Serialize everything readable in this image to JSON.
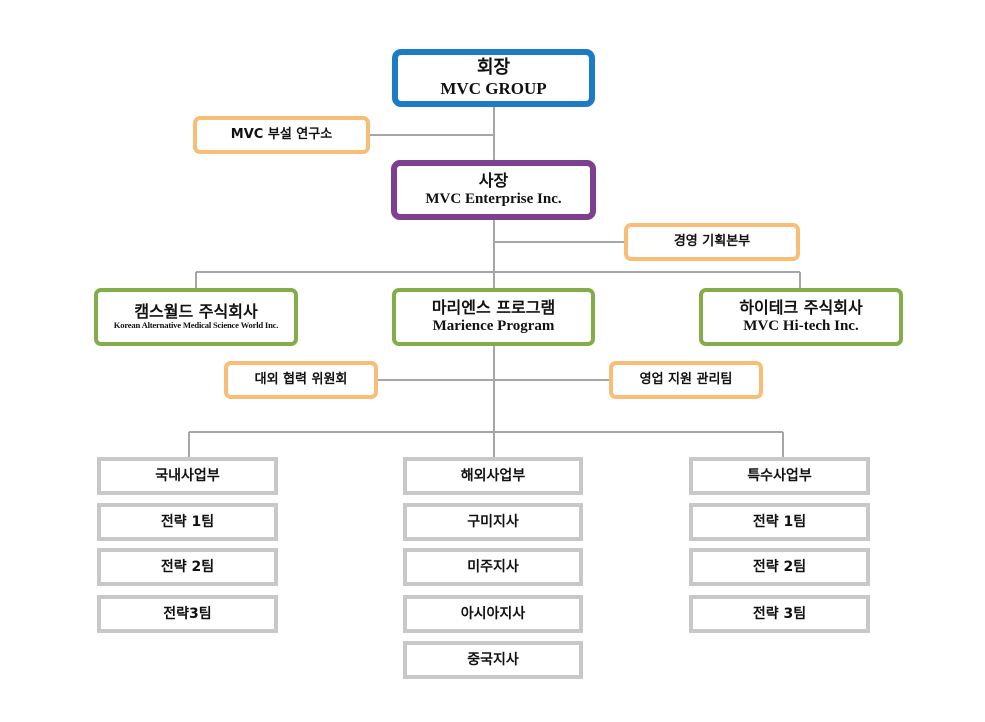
{
  "chairman": {
    "title": "회장",
    "subtitle": "MVC GROUP"
  },
  "research_lab": "MVC 부설 연구소",
  "president": {
    "title": "사장",
    "subtitle": "MVC Enterprise Inc."
  },
  "planning": "경영 기획본부",
  "subsidiaries": {
    "left": {
      "title": "캠스월드 주식회사",
      "subtitle": "Korean Alternative Medical Science World Inc."
    },
    "center": {
      "title": "마리엔스 프로그램",
      "subtitle": "Marience Program"
    },
    "right": {
      "title": "하이테크 주식회사",
      "subtitle": "MVC Hi-tech Inc."
    }
  },
  "external_committee": "대외 협력 위원회",
  "sales_support": "영업 지원 관리팀",
  "divisions": {
    "domestic": {
      "title": "국내사업부",
      "teams": [
        "전략 1팀",
        "전략 2팀",
        "전략3팀"
      ]
    },
    "overseas": {
      "title": "해외사업부",
      "teams": [
        "구미지사",
        "미주지사",
        "아시아지사",
        "중국지사"
      ]
    },
    "special": {
      "title": "특수사업부",
      "teams": [
        "전략 1팀",
        "전략 2팀",
        "전략 3팀"
      ]
    }
  },
  "colors": {
    "chairman_border": "#1b7cc5",
    "president_border": "#7d3f8f",
    "subsidiary_border": "#82ad48",
    "staff_border": "#f8be78",
    "division_border": "#c8c8c8",
    "connector": "#a6a6a6"
  }
}
